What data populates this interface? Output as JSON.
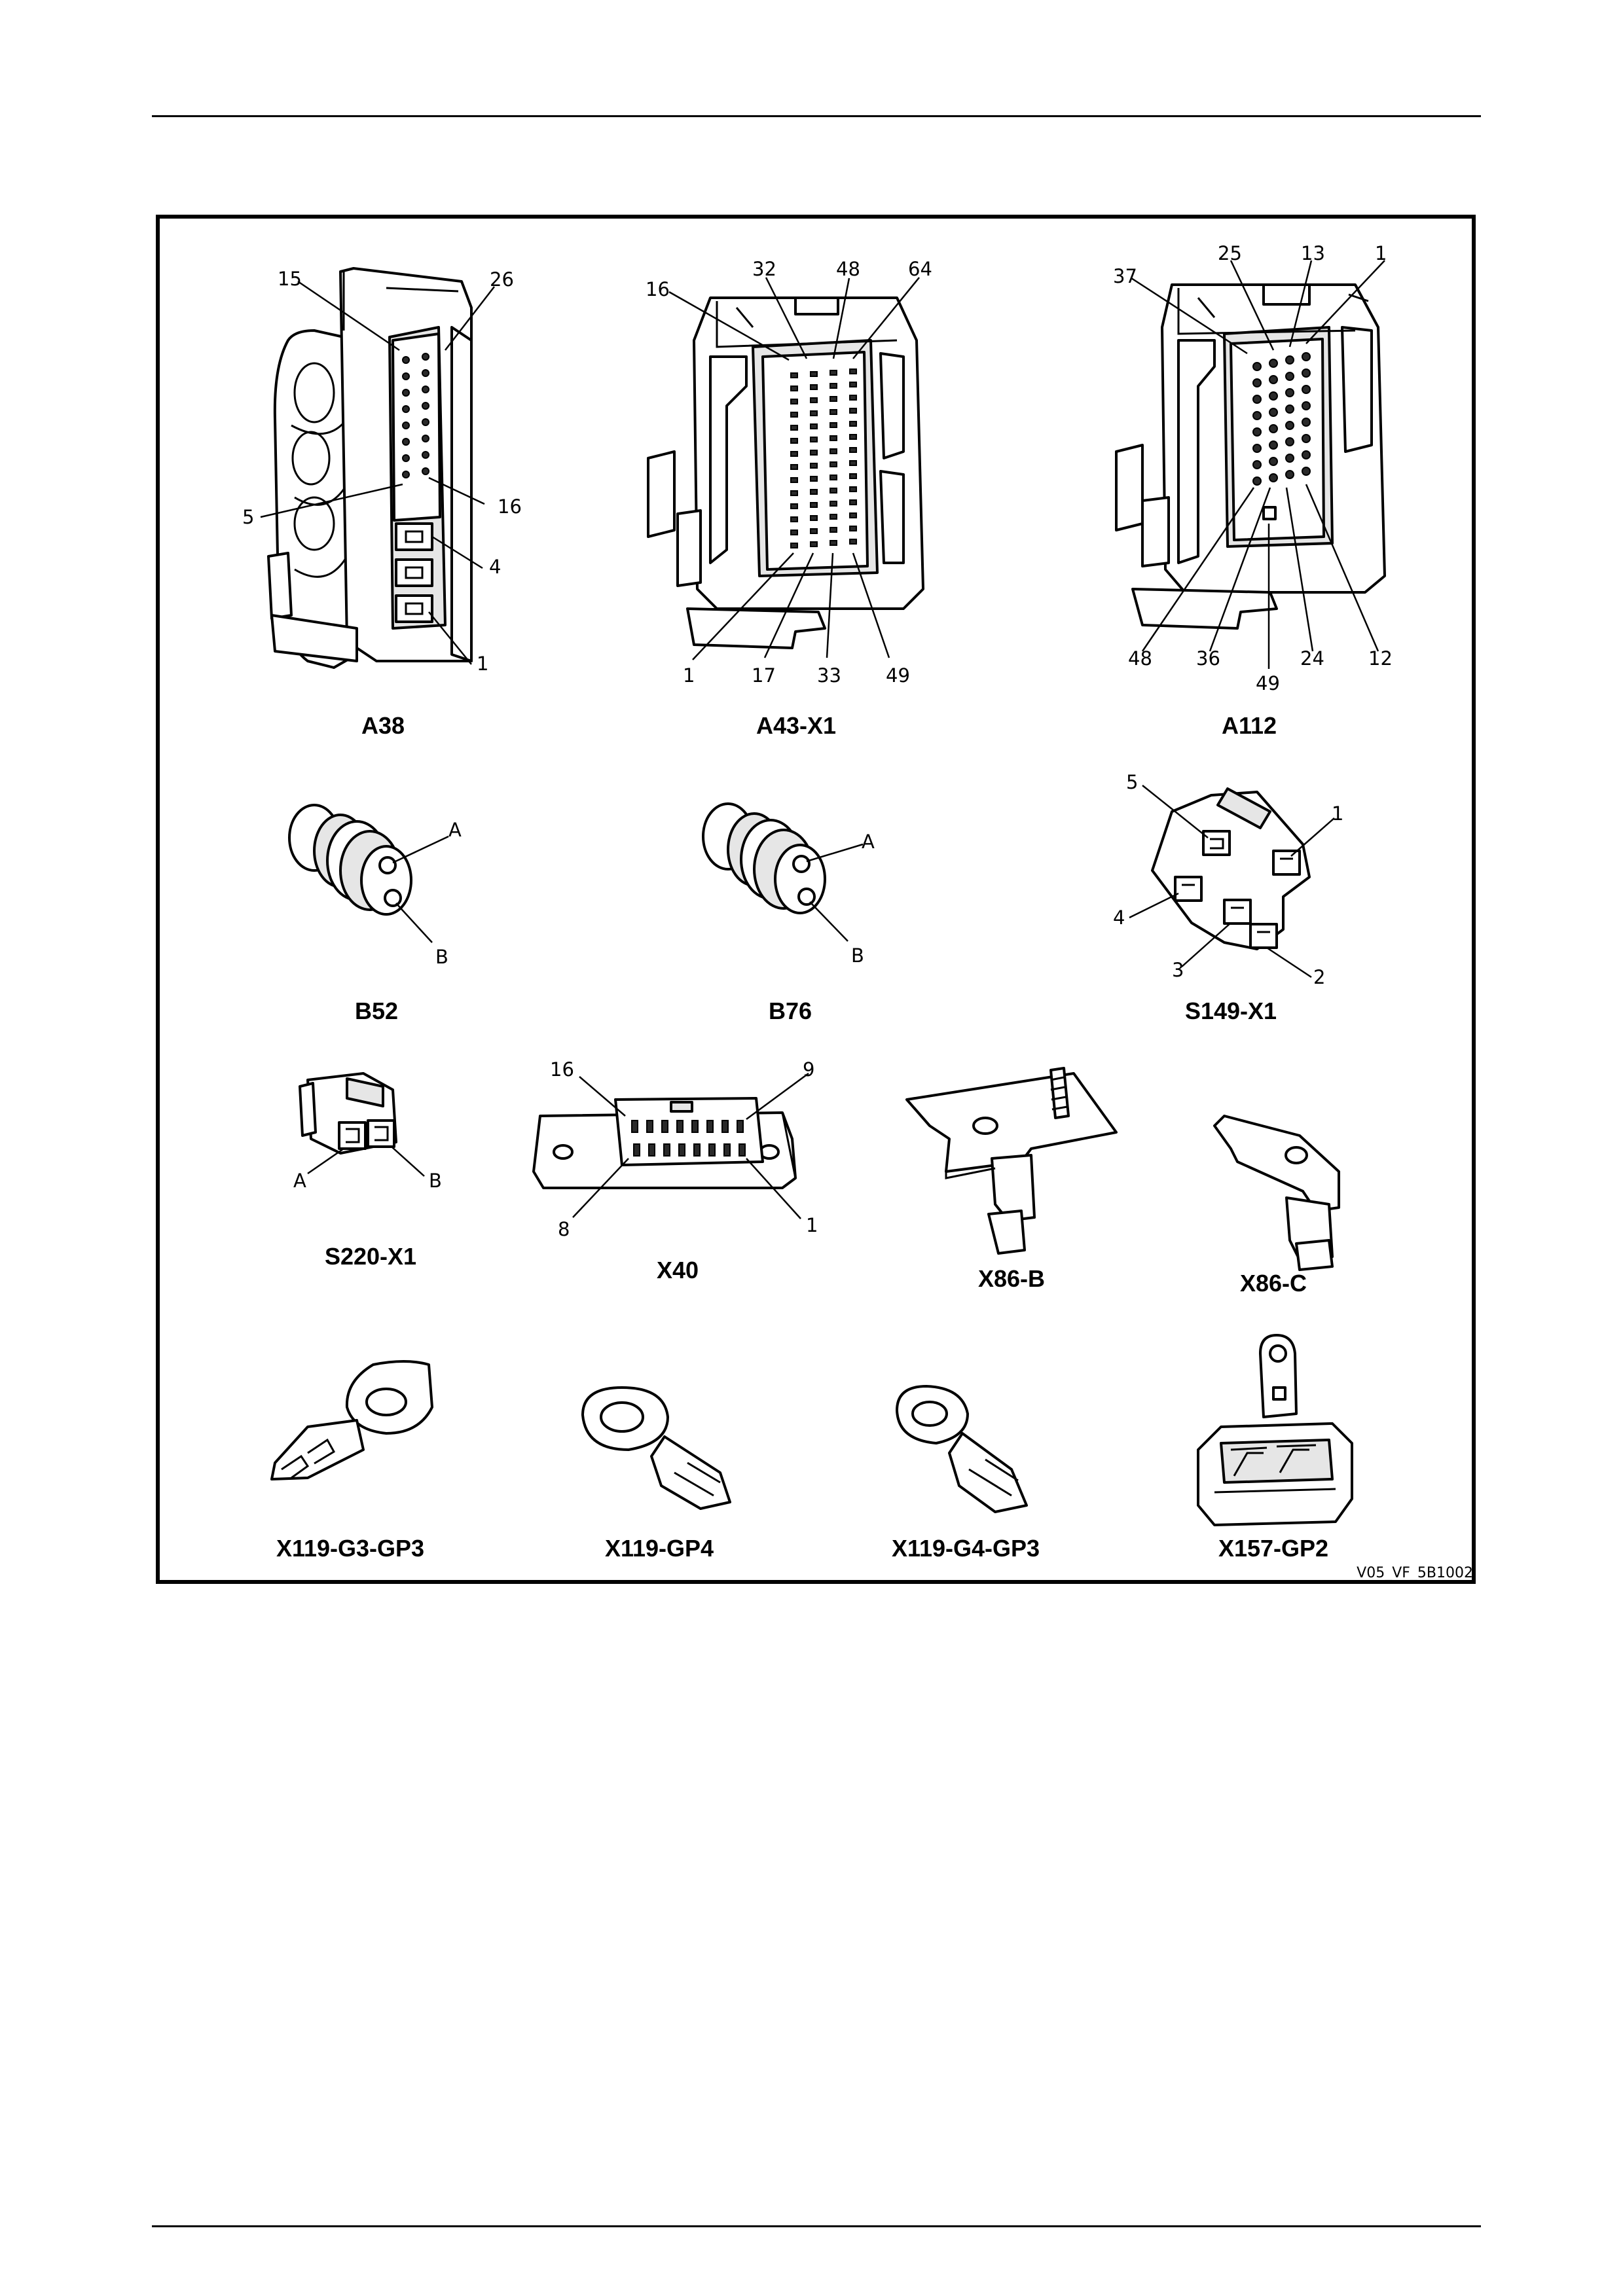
{
  "figure_code": "V05_VF_5B1002",
  "connectors": [
    {
      "id": "A38",
      "caption": "A38",
      "pins": [
        "15",
        "26",
        "5",
        "16",
        "4",
        "1"
      ]
    },
    {
      "id": "A43-X1",
      "caption": "A43-X1",
      "pins": [
        "16",
        "32",
        "48",
        "64",
        "1",
        "17",
        "33",
        "49"
      ]
    },
    {
      "id": "A112",
      "caption": "A112",
      "pins": [
        "37",
        "25",
        "13",
        "1",
        "48",
        "36",
        "49",
        "24",
        "12"
      ]
    },
    {
      "id": "B52",
      "caption": "B52",
      "pins": [
        "A",
        "B"
      ]
    },
    {
      "id": "B76",
      "caption": "B76",
      "pins": [
        "A",
        "B"
      ]
    },
    {
      "id": "S149-X1",
      "caption": "S149-X1",
      "pins": [
        "5",
        "1",
        "4",
        "3",
        "2"
      ]
    },
    {
      "id": "S220-X1",
      "caption": "S220-X1",
      "pins": [
        "A",
        "B"
      ]
    },
    {
      "id": "X40",
      "caption": "X40",
      "pins": [
        "16",
        "9",
        "8",
        "1"
      ]
    },
    {
      "id": "X86-B",
      "caption": "X86-B",
      "pins": []
    },
    {
      "id": "X86-C",
      "caption": "X86-C",
      "pins": []
    },
    {
      "id": "X119-G3-GP3",
      "caption": "X119-G3-GP3",
      "pins": []
    },
    {
      "id": "X119-GP4",
      "caption": "X119-GP4",
      "pins": []
    },
    {
      "id": "X119-G4-GP3",
      "caption": "X119-G4-GP3",
      "pins": []
    },
    {
      "id": "X157-GP2",
      "caption": "X157-GP2",
      "pins": []
    }
  ]
}
